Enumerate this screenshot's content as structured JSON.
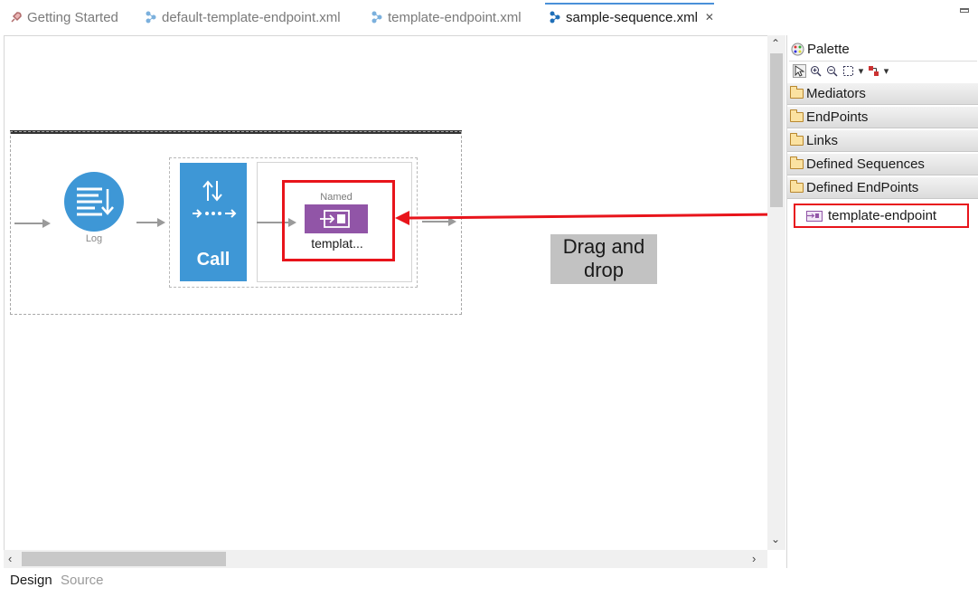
{
  "tabs": [
    {
      "label": "Getting Started",
      "icon": "rocket-icon"
    },
    {
      "label": "default-template-endpoint.xml",
      "icon": "xml-file-icon"
    },
    {
      "label": "template-endpoint.xml",
      "icon": "xml-file-icon"
    },
    {
      "label": "sample-sequence.xml",
      "icon": "xml-file-icon",
      "active": true,
      "close": "✕"
    }
  ],
  "diagram": {
    "log_label": "Log",
    "call_label": "Call",
    "named_label": "Named",
    "endpoint_label": "templat..."
  },
  "annotation": {
    "line1": "Drag and",
    "line2": "drop"
  },
  "palette": {
    "title": "Palette",
    "drawers": [
      {
        "label": "Mediators"
      },
      {
        "label": "EndPoints"
      },
      {
        "label": "Links"
      },
      {
        "label": "Defined Sequences"
      },
      {
        "label": "Defined EndPoints"
      }
    ],
    "items": [
      {
        "label": "template-endpoint"
      }
    ]
  },
  "bottom_tabs": {
    "design": "Design",
    "source": "Source"
  },
  "colors": {
    "accent_blue": "#3e97d6",
    "endpoint_purple": "#9155a7",
    "highlight_red": "#e8141b"
  }
}
